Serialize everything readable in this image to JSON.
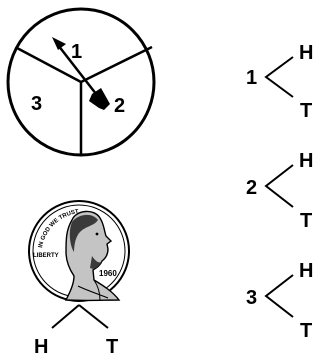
{
  "spinner": {
    "sections": [
      "1",
      "2",
      "3"
    ]
  },
  "penny": {
    "motto": "IN GOD WE TRUST",
    "liberty": "LIBERTY",
    "year": "1960",
    "outcomes": [
      "H",
      "T"
    ]
  },
  "tree": {
    "branches": [
      {
        "root": "1",
        "outcomes": [
          "H",
          "T"
        ]
      },
      {
        "root": "2",
        "outcomes": [
          "H",
          "T"
        ]
      },
      {
        "root": "3",
        "outcomes": [
          "H",
          "T"
        ]
      }
    ]
  },
  "colors": {
    "ink": "#000000",
    "coin_shade": "#bdbdbd",
    "coin_dark": "#3a3a3a",
    "background": "#ffffff"
  }
}
